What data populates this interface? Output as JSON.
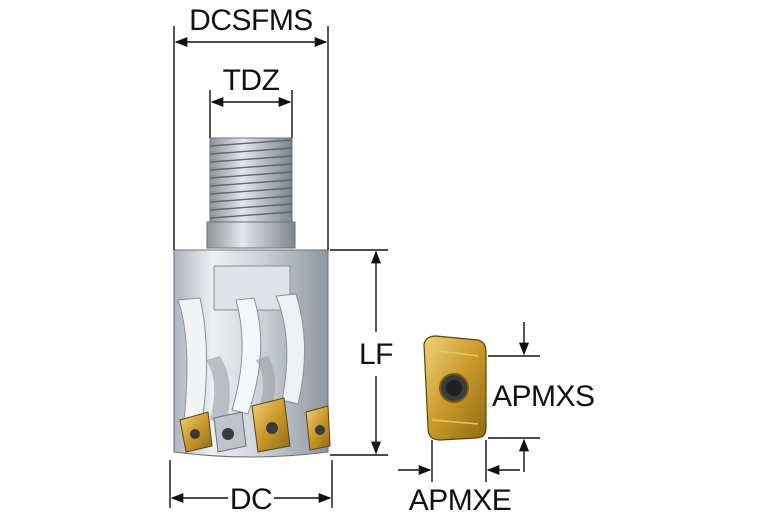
{
  "labels": {
    "dcsfms": "DCSFMS",
    "tdz": "TDZ",
    "lf": "LF",
    "dc": "DC",
    "apmxs": "APMXS",
    "apmxe": "APMXE"
  },
  "colors": {
    "line": "#111111",
    "tool_steel": "#c9ced6",
    "insert_gold": "#c9a227"
  }
}
